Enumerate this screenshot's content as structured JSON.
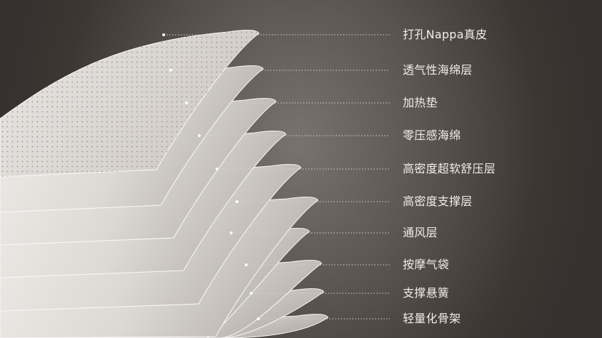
{
  "layers": [
    {
      "label": "打孔Nappa真皮"
    },
    {
      "label": "透气性海绵层"
    },
    {
      "label": "加热垫"
    },
    {
      "label": "零压感海绵"
    },
    {
      "label": "高密度超软舒压层"
    },
    {
      "label": "高密度支撑层"
    },
    {
      "label": "通风层"
    },
    {
      "label": "按摩气袋"
    },
    {
      "label": "支撑悬簧"
    },
    {
      "label": "轻量化骨架"
    }
  ],
  "colors": {
    "heating_glow": "#ff9a3c",
    "leader_line": "#d8d2cc",
    "layer": "#e6e2de",
    "label_text": "#f1eeea"
  }
}
